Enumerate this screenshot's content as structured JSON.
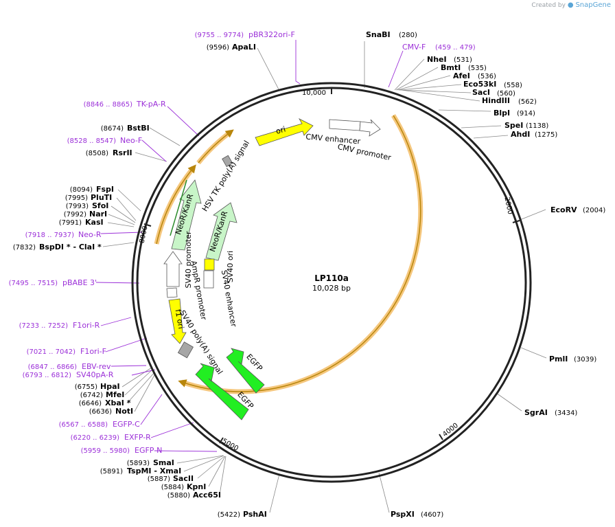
{
  "credit": {
    "prefix": "Created by",
    "brand": "SnapGene"
  },
  "plasmid": {
    "name": "LP110a",
    "length_label": "10,028 bp",
    "length": 10028
  },
  "ticks": [
    {
      "pos": 10000,
      "label": "10,000"
    },
    {
      "pos": 2000,
      "label": "2000"
    },
    {
      "pos": 4000,
      "label": "4000"
    },
    {
      "pos": 5000,
      "label": "5000"
    },
    {
      "pos": 8000,
      "label": "8000"
    }
  ],
  "enzymes": [
    {
      "name": "SnaBI",
      "pos": "(280)"
    },
    {
      "name": "NheI",
      "pos": "(531)"
    },
    {
      "name": "BmtI",
      "pos": "(535)"
    },
    {
      "name": "AfeI",
      "pos": "(536)"
    },
    {
      "name": "Eco53kI",
      "pos": "(558)"
    },
    {
      "name": "SacI",
      "pos": "(560)"
    },
    {
      "name": "HindIII",
      "pos": "(562)"
    },
    {
      "name": "BlpI",
      "pos": "(914)"
    },
    {
      "name": "SpeI",
      "pos": "(1138)"
    },
    {
      "name": "AhdI",
      "pos": "(1275)"
    },
    {
      "name": "EcoRV",
      "pos": "(2004)"
    },
    {
      "name": "PmlI",
      "pos": "(3039)"
    },
    {
      "name": "SgrAI",
      "pos": "(3434)"
    },
    {
      "name": "PspXI",
      "pos": "(4607)"
    },
    {
      "name": "PshAI",
      "pos": "(5422)"
    },
    {
      "name": "Acc65I",
      "pos": "(5880)"
    },
    {
      "name": "KpnI",
      "pos": "(5884)"
    },
    {
      "name": "SacII",
      "pos": "(5887)"
    },
    {
      "name": "TspMI  -  XmaI",
      "pos": "(5891)"
    },
    {
      "name": "SmaI",
      "pos": "(5893)"
    },
    {
      "name": "NotI",
      "pos": "(6636)"
    },
    {
      "name": "XbaI *",
      "pos": "(6646)"
    },
    {
      "name": "MfeI",
      "pos": "(6742)"
    },
    {
      "name": "HpaI",
      "pos": "(6755)"
    },
    {
      "name": "BspDI *  -  ClaI *",
      "pos": "(7832)"
    },
    {
      "name": "KasI",
      "pos": "(7991)"
    },
    {
      "name": "NarI",
      "pos": "(7992)"
    },
    {
      "name": "SfoI",
      "pos": "(7993)"
    },
    {
      "name": "PluTI",
      "pos": "(7995)"
    },
    {
      "name": "FspI",
      "pos": "(8094)"
    },
    {
      "name": "RsrII",
      "pos": "(8508)"
    },
    {
      "name": "BstBI",
      "pos": "(8674)"
    },
    {
      "name": "ApaLI",
      "pos": "(9596)"
    }
  ],
  "primers": [
    {
      "name": "pBR322ori-F",
      "pos": "(9755 .. 9774)"
    },
    {
      "name": "CMV-F",
      "pos": "(459 .. 479)"
    },
    {
      "name": "TK-pA-R",
      "pos": "(8846 .. 8865)"
    },
    {
      "name": "Neo-F",
      "pos": "(8528 .. 8547)"
    },
    {
      "name": "Neo-R",
      "pos": "(7918 .. 7937)"
    },
    {
      "name": "pBABE 3'",
      "pos": "(7495 .. 7515)"
    },
    {
      "name": "F1ori-R",
      "pos": "(7233 .. 7252)"
    },
    {
      "name": "F1ori-F",
      "pos": "(7021 .. 7042)"
    },
    {
      "name": "EBV-rev",
      "pos": "(6847 .. 6866)"
    },
    {
      "name": "SV40pA-R",
      "pos": "(6793 .. 6812)"
    },
    {
      "name": "EGFP-C",
      "pos": "(6567 .. 6588)"
    },
    {
      "name": "EXFP-R",
      "pos": "(6220 .. 6239)"
    },
    {
      "name": "EGFP-N",
      "pos": "(5959 .. 5980)"
    }
  ],
  "features": [
    {
      "label": "ori"
    },
    {
      "label": "CMV enhancer"
    },
    {
      "label": "CMV promoter"
    },
    {
      "label": "HSV TK poly(A) signal"
    },
    {
      "label": "NeoR/KanR"
    },
    {
      "label": "NeoR/KanR"
    },
    {
      "label": "SV40 ori"
    },
    {
      "label": "SV40 promoter"
    },
    {
      "label": "SV40 enhancer"
    },
    {
      "label": "AmpR promoter"
    },
    {
      "label": "f1 ori"
    },
    {
      "label": "SV40 poly(A) signal"
    },
    {
      "label": "EGFP"
    },
    {
      "label": "EGFP"
    }
  ],
  "colors": {
    "backbone": "#222222",
    "primer": "#9b2fd8",
    "orange_band": "#f5c77e",
    "orange_line": "#b8860b",
    "ori": "#ffff00",
    "egfp": "#22ee22",
    "neo": "#c8f5c8",
    "promoter_white": "#ffffff",
    "polyA": "#a6a6a6"
  }
}
